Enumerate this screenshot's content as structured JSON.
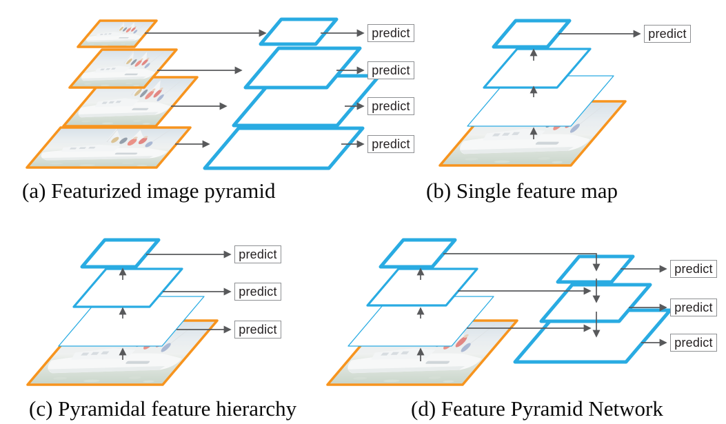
{
  "figure": {
    "predict_label": "predict",
    "panels": [
      {
        "key": "a",
        "caption": "(a) Featurized image pyramid",
        "predict_boxes": 4,
        "image_layers": 4,
        "feature_layers": 4
      },
      {
        "key": "b",
        "caption": "(b) Single feature map",
        "predict_boxes": 1,
        "image_layers": 1,
        "feature_layers": 3
      },
      {
        "key": "c",
        "caption": "(c) Pyramidal feature hierarchy",
        "predict_boxes": 3,
        "image_layers": 1,
        "feature_layers": 3
      },
      {
        "key": "d",
        "caption": "(d) Feature Pyramid Network",
        "predict_boxes": 3,
        "image_layers": 1,
        "feature_layers": 6
      }
    ],
    "colors": {
      "feature_map_blue": "#29ABE2",
      "image_border_orange": "#F7941E",
      "arrow_gray": "#58595B",
      "predict_box_border": "#8D8F92",
      "text_black": "#231F20"
    }
  }
}
